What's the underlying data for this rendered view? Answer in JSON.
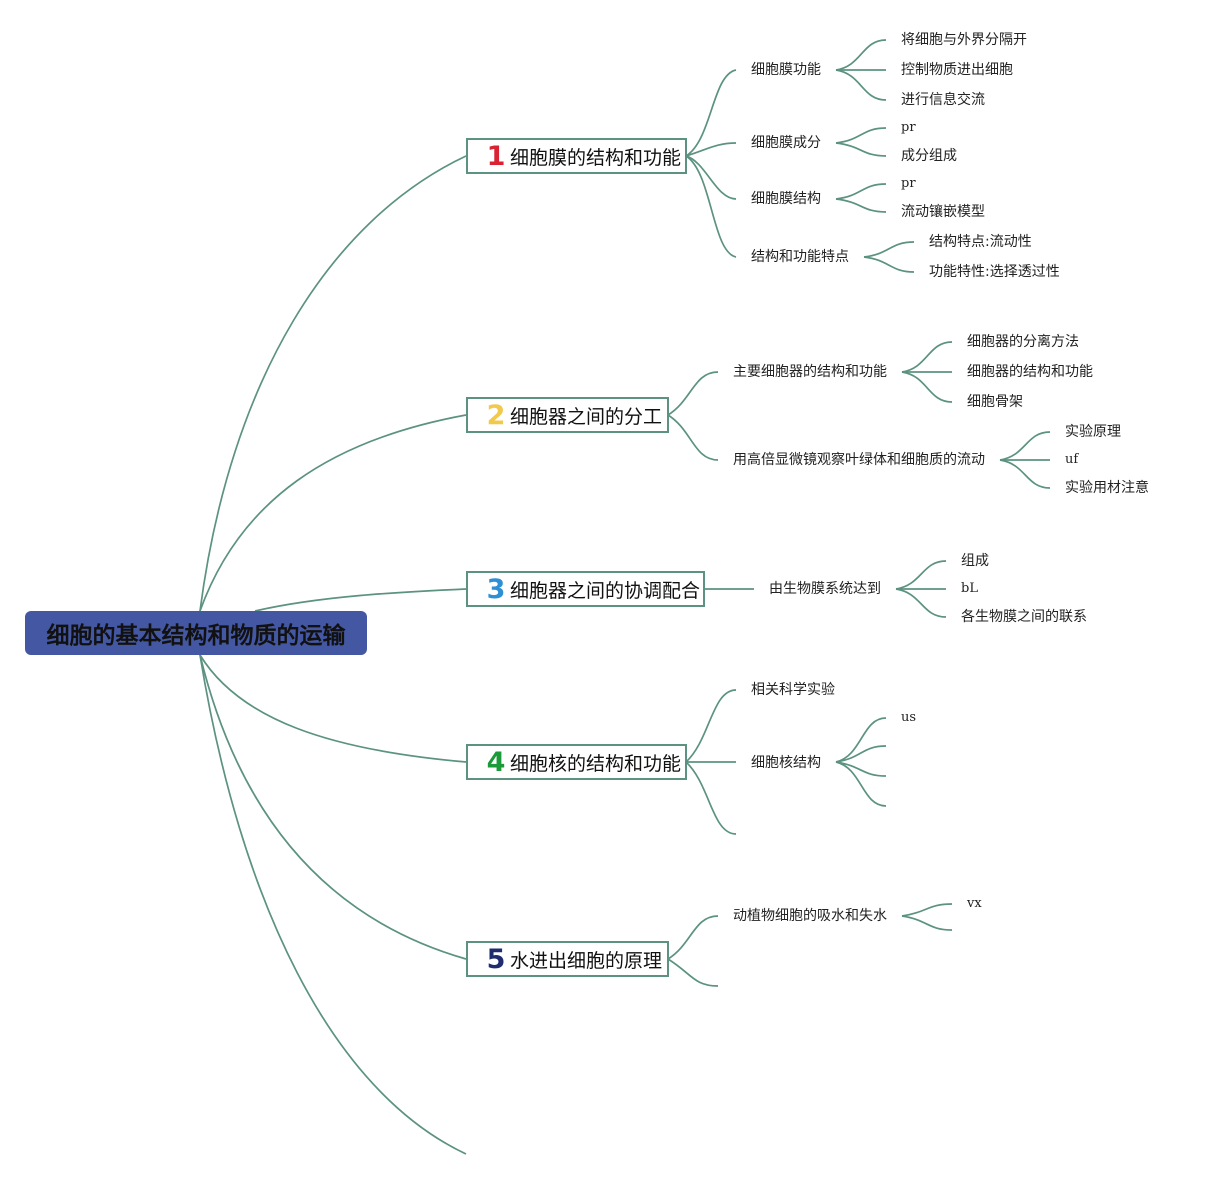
{
  "root": {
    "title": "细胞的基本结构和物质的运输"
  },
  "colors": {
    "line": "#5b9281",
    "root_fill": "#4457a2",
    "num1": "#d92332",
    "num2": "#f2c94c",
    "num3": "#2d8fd5",
    "num4": "#1b9a3a",
    "num5": "#1f2d6e"
  },
  "branches": [
    {
      "number": "1",
      "label": "细胞膜的结构和功能",
      "children": [
        {
          "label": "细胞膜功能",
          "items": [
            "将细胞与外界分隔开",
            "控制物质进出细胞",
            "进行信息交流"
          ]
        },
        {
          "label": "细胞膜成分",
          "items": [
            "pr",
            "成分组成"
          ]
        },
        {
          "label": "细胞膜结构",
          "items": [
            "pr",
            "流动镶嵌模型"
          ]
        },
        {
          "label": "结构和功能特点",
          "items": [
            "结构特点:流动性",
            "功能特性:选择透过性"
          ]
        }
      ]
    },
    {
      "number": "2",
      "label": "细胞器之间的分工",
      "children": [
        {
          "label": "主要细胞器的结构和功能",
          "items": [
            "细胞器的分离方法",
            "细胞器的结构和功能",
            "细胞骨架"
          ]
        },
        {
          "label": "用高倍显微镜观察叶绿体和细胞质的流动",
          "items": [
            "实验原理",
            "uf",
            "实验用材注意"
          ]
        }
      ]
    },
    {
      "number": "3",
      "label": "细胞器之间的协调配合",
      "children": [
        {
          "label": "由生物膜系统达到",
          "items": [
            "组成",
            "bL",
            "各生物膜之间的联系"
          ]
        }
      ]
    },
    {
      "number": "4",
      "label": "细胞核的结构和功能",
      "children": [
        {
          "label": "相关科学实验",
          "items": []
        },
        {
          "label": "细胞核结构",
          "items": [
            "us"
          ]
        }
      ]
    },
    {
      "number": "5",
      "label": "水进出细胞的原理",
      "children": [
        {
          "label": "动植物细胞的吸水和失水",
          "items": [
            "vx"
          ]
        }
      ]
    }
  ]
}
